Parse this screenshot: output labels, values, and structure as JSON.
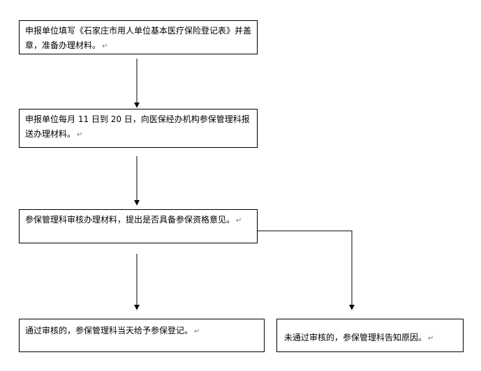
{
  "flow": {
    "steps": [
      {
        "text": "申报单位填写《石家庄市用人单位基本医疗保险登记表》并盖章，准备办理材料。"
      },
      {
        "text": "申报单位每月 11 日到 20 日，向医保经办机构参保管理科报送办理材料。"
      },
      {
        "text": "参保管理科审核办理材料，提出是否具备参保资格意见。"
      },
      {
        "text": "通过审核的，参保管理科当天给予参保登记。"
      },
      {
        "text": "未通过审核的，参保管理科告知原因。"
      }
    ],
    "para_mark": "↵"
  }
}
